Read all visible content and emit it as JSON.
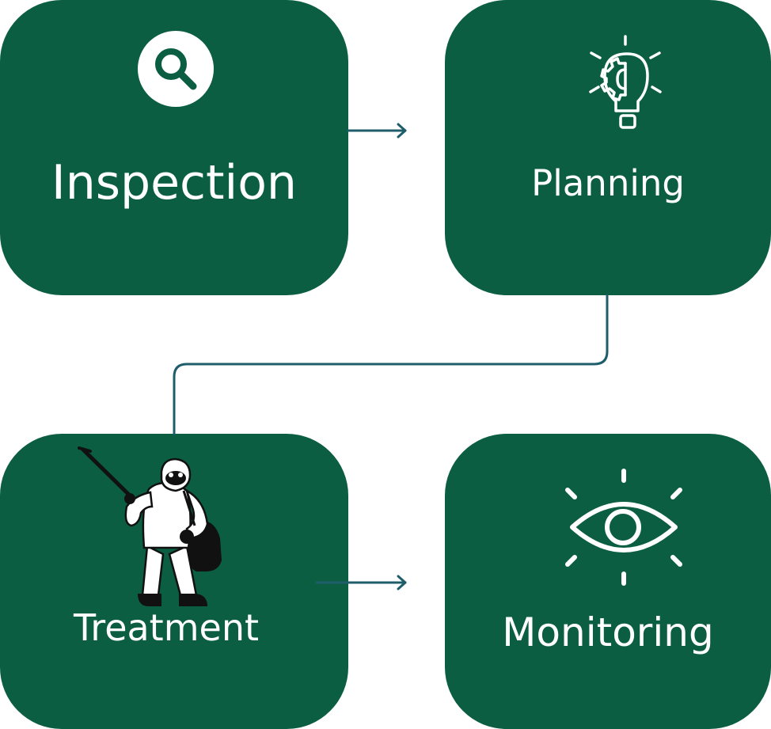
{
  "steps": {
    "inspection": {
      "label": "Inspection",
      "icon": "search-icon"
    },
    "planning": {
      "label": "Planning",
      "icon": "lightbulb-gear-icon"
    },
    "treatment": {
      "label": "Treatment",
      "icon": "pest-control-worker-illustration"
    },
    "monitoring": {
      "label": "Monitoring",
      "icon": "eye-icon"
    }
  },
  "colors": {
    "card": "#0b5e42",
    "connector": "#1f5d6b",
    "text": "#ffffff"
  }
}
